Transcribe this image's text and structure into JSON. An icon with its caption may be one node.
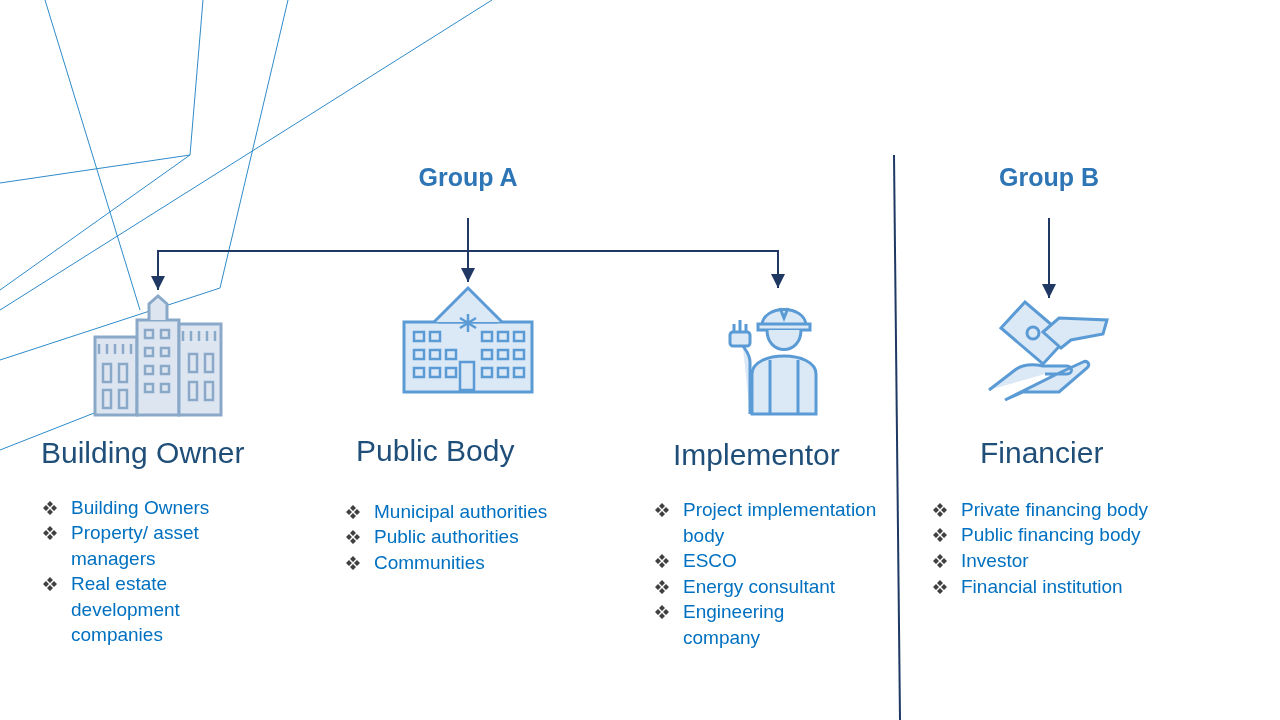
{
  "diagram": {
    "nodes": [
      {
        "text": [
          "Group A"
        ]
      },
      {
        "text": [
          "Group B"
        ]
      },
      {
        "text": [],
        "shape": "picture"
      },
      {
        "text": [],
        "shape": "picture"
      },
      {
        "text": [],
        "shape": "picture"
      },
      {
        "text": [],
        "shape": "picture"
      }
    ],
    "edges": [
      {
        "from": 0,
        "to": 2,
        "arrow": "to"
      },
      {
        "from": 0,
        "to": 3,
        "arrow": "to"
      },
      {
        "from": 0,
        "to": 4,
        "arrow": "to"
      },
      {
        "from": 1,
        "to": 5,
        "arrow": "to"
      }
    ],
    "labels": [
      "Building Owner",
      "Building Owners",
      "Property/ asset managers",
      "Real estate development companies",
      "Public Body",
      "Municipal authorities",
      "Public authorities",
      "Communities",
      "Implementor",
      "Project implementation body",
      "ESCO",
      "Energy consultant",
      "Engineering company",
      "Financier",
      "Private financing body",
      "Public financing body",
      "Investor",
      "Financial institution"
    ]
  }
}
